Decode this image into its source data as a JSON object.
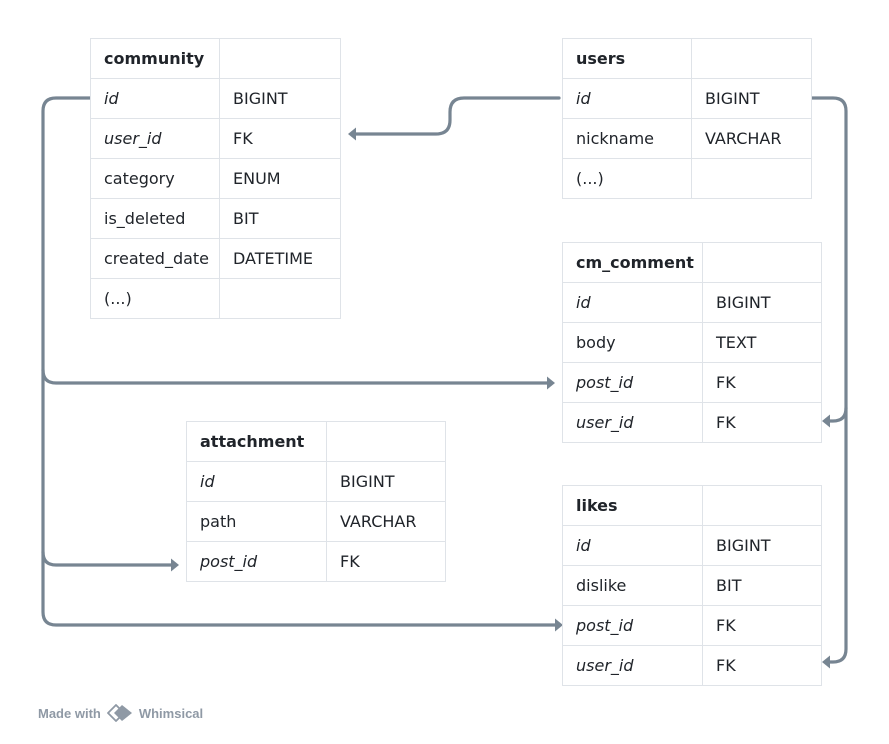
{
  "tables": {
    "community": {
      "name": "community",
      "rows": [
        {
          "field": "id",
          "type": "BIGINT"
        },
        {
          "field": "user_id",
          "type": "FK"
        },
        {
          "field": "category",
          "type": "ENUM"
        },
        {
          "field": "is_deleted",
          "type": "BIT"
        },
        {
          "field": "created_date",
          "type": "DATETIME"
        },
        {
          "field": "(...)",
          "type": ""
        }
      ]
    },
    "users": {
      "name": "users",
      "rows": [
        {
          "field": "id",
          "type": "BIGINT"
        },
        {
          "field": "nickname",
          "type": "VARCHAR"
        },
        {
          "field": "(...)",
          "type": ""
        }
      ]
    },
    "cm_comment": {
      "name": "cm_comment",
      "rows": [
        {
          "field": "id",
          "type": "BIGINT"
        },
        {
          "field": "body",
          "type": "TEXT"
        },
        {
          "field": "post_id",
          "type": "FK"
        },
        {
          "field": "user_id",
          "type": "FK"
        }
      ]
    },
    "attachment": {
      "name": "attachment",
      "rows": [
        {
          "field": "id",
          "type": "BIGINT"
        },
        {
          "field": "path",
          "type": "VARCHAR"
        },
        {
          "field": "post_id",
          "type": "FK"
        }
      ]
    },
    "likes": {
      "name": "likes",
      "rows": [
        {
          "field": "id",
          "type": "BIGINT"
        },
        {
          "field": "dislike",
          "type": "BIT"
        },
        {
          "field": "post_id",
          "type": "FK"
        },
        {
          "field": "user_id",
          "type": "FK"
        }
      ]
    }
  },
  "footer": {
    "made_with": "Made with",
    "brand": "Whimsical",
    "icon": "whimsical-logo-icon"
  },
  "colors": {
    "connector": "#778592",
    "border": "#dfe3e8",
    "footer_text": "#8f99a5"
  }
}
